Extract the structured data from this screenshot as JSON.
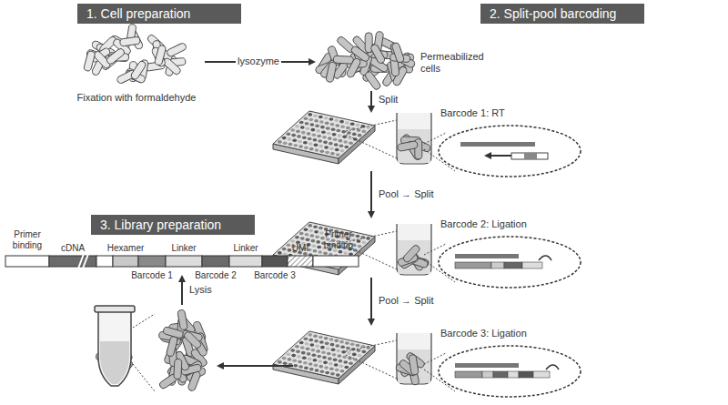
{
  "diagram": {
    "nodes": [
      {
        "text": [
          "1. Cell preparation"
        ]
      },
      {
        "text": [
          "2. Split-pool barcoding"
        ]
      },
      {
        "text": [
          "3. Library preparation"
        ]
      }
    ],
    "labels": [
      "Fixation with formaldehyde",
      "lysozyme",
      "Permeabilized cells",
      "Split",
      "Barcode 1: RT",
      "Pool → Split",
      "Barcode 2: Ligation",
      "Pool → Split",
      "Barcode 3: Ligation",
      "Lysis",
      "Primer binding",
      "cDNA",
      "Hexamer",
      "Linker",
      "Barcode 1",
      "Linker",
      "Barcode 2",
      "UMI",
      "Barcode 3",
      "Primer binding"
    ]
  }
}
